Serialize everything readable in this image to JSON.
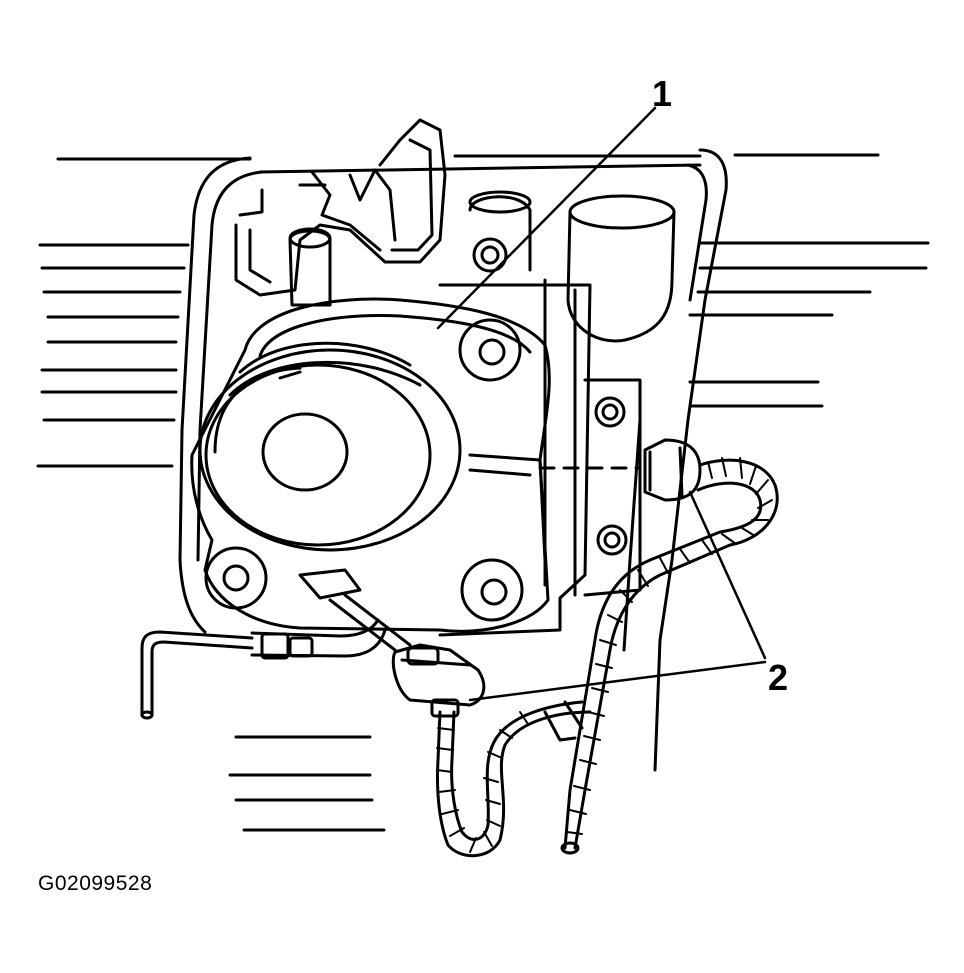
{
  "figure": {
    "id_label": "G02099528",
    "callouts": [
      {
        "number": "1"
      },
      {
        "number": "2"
      }
    ]
  }
}
